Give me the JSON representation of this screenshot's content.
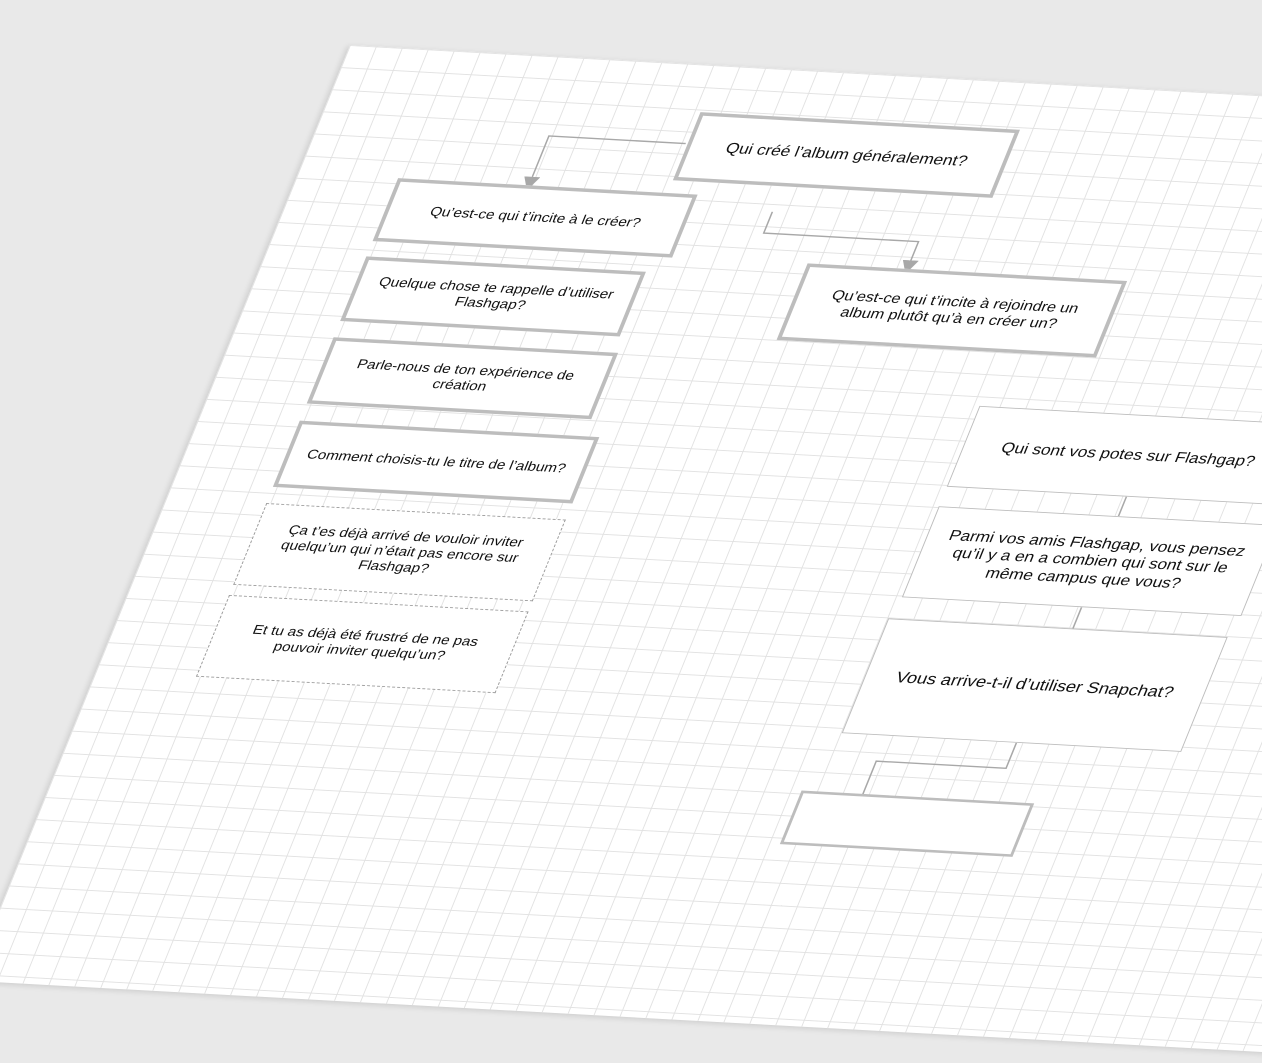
{
  "diagram": {
    "nodes": {
      "root": "Qui créé l’album généralement?",
      "q_create_incentive": "Qu’est-ce qui t’incite à le créer?",
      "q_reminder": "Quelque chose te rappelle d’utiliser Flashgap?",
      "q_experience": "Parle-nous de ton expérience de création",
      "q_title": "Comment choisis-tu le titre de l’album?",
      "q_invite_nonuser": "Ça t’es déjà arrivé de vouloir inviter quelqu’un qui n’était pas encore sur Flashgap?",
      "q_frustrated": "Et tu as déjà été frustré de ne pas pouvoir inviter quelqu’un?",
      "q_join_incentive": "Qu’est-ce qui t’incite à rejoindre un album plutôt qu’à en créer un?",
      "q_friends": "Qui sont vos potes sur Flashgap?",
      "q_campus": "Parmi vos amis Flashgap, vous pensez qu’il y a en a combien qui sont sur le même campus que vous?",
      "q_snapchat": "Vous arrive-t-il d’utiliser Snapchat?"
    },
    "colors": {
      "board": "#ffffff",
      "grid": "#e2e2e2",
      "box_border": "#bdbdbd",
      "dashed_border": "#9a9a9a",
      "connector": "#a8a8a8",
      "background": "#e9e9e9"
    }
  }
}
